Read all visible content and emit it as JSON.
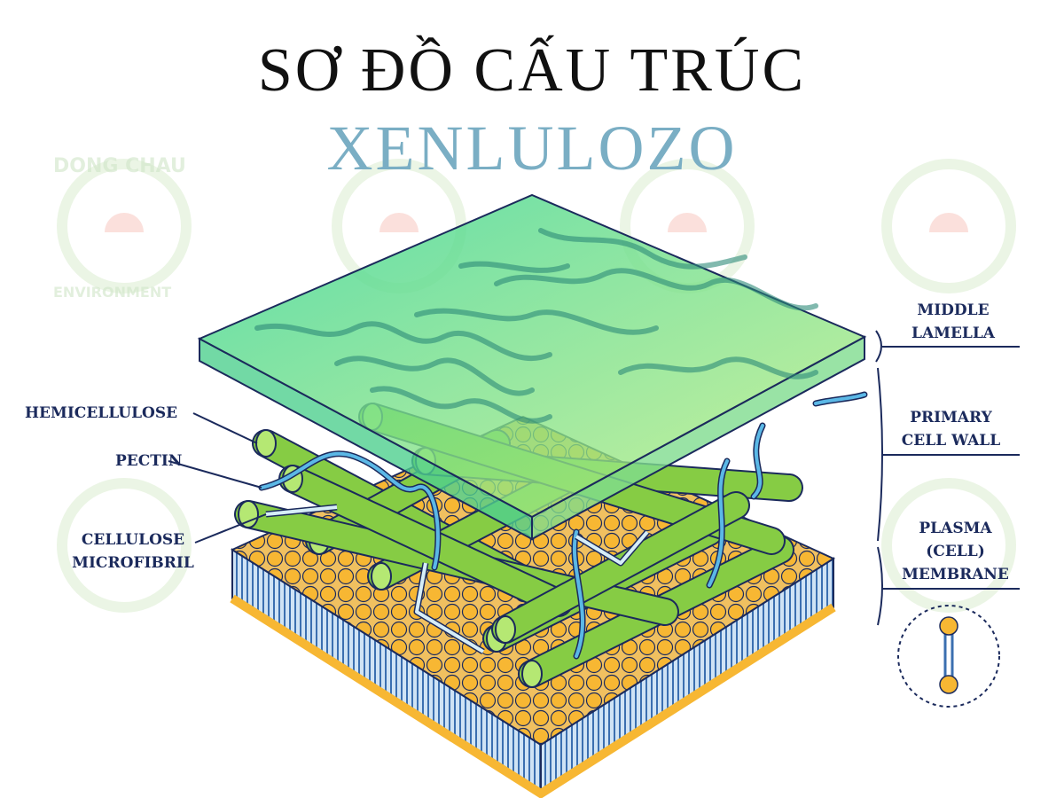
{
  "title": {
    "line1": "SƠ ĐỒ CẤU TRÚC",
    "line2": "XENLULOZO"
  },
  "labels_left": {
    "hemicellulose": "HEMICELLULOSE",
    "pectin": "PECTIN",
    "cellulose_microfibril": [
      "CELLULOSE",
      "MICROFIBRIL"
    ]
  },
  "labels_right": {
    "middle_lamella": [
      "MIDDLE",
      "LAMELLA"
    ],
    "primary_cell_wall": [
      "PRIMARY",
      "CELL WALL"
    ],
    "plasma_membrane": [
      "PLASMA",
      "(CELL)",
      "MEMBRANE"
    ]
  },
  "watermark": {
    "top": "DONG CHAU",
    "bottom": "ENVIRONMENT"
  },
  "colors": {
    "label": "#1b2a5c",
    "subtitle": "#7aaec4",
    "rod": "#8fd14f",
    "glass": "#5fd99a",
    "lipid_head": "#f5b73b",
    "pectin": "#5bb8e6"
  }
}
